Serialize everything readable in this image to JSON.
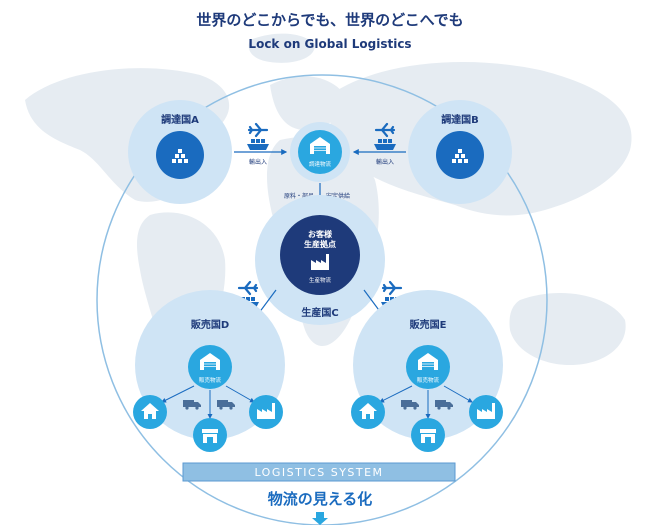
{
  "header": {
    "title": "世界のどこからでも、世界のどこへでも",
    "subtitle": "Lock on  Global  Logistics"
  },
  "nodes": {
    "country_a": "調達国A",
    "country_b": "調達国B",
    "procurement_hub": "調達物流",
    "production_title": "お客様\n生産拠点",
    "production_line1": "お客様",
    "production_line2": "生産拠点",
    "production_logistics": "生産物流",
    "production_country": "生産国C",
    "sales_d": "販売国D",
    "sales_e": "販売国E",
    "sales_logistics": "販売物流"
  },
  "flows": {
    "import_export": "輸出入",
    "materials": "原料・部品",
    "stable_supply": "安定供給"
  },
  "footer": {
    "system_label": "LOGISTICS SYSTEM",
    "tagline": "物流の見える化"
  },
  "colors": {
    "dark_navy": "#1e3a7a",
    "primary_blue": "#1a6bbf",
    "sky_blue": "#2aa7e0",
    "light_circle": "#cfe4f5",
    "map": "#e6ecf2"
  },
  "icons": [
    "airplane-icon",
    "ship-icon",
    "warehouse-icon",
    "factory-icon",
    "house-icon",
    "truck-icon",
    "shop-icon",
    "boxes-icon"
  ]
}
